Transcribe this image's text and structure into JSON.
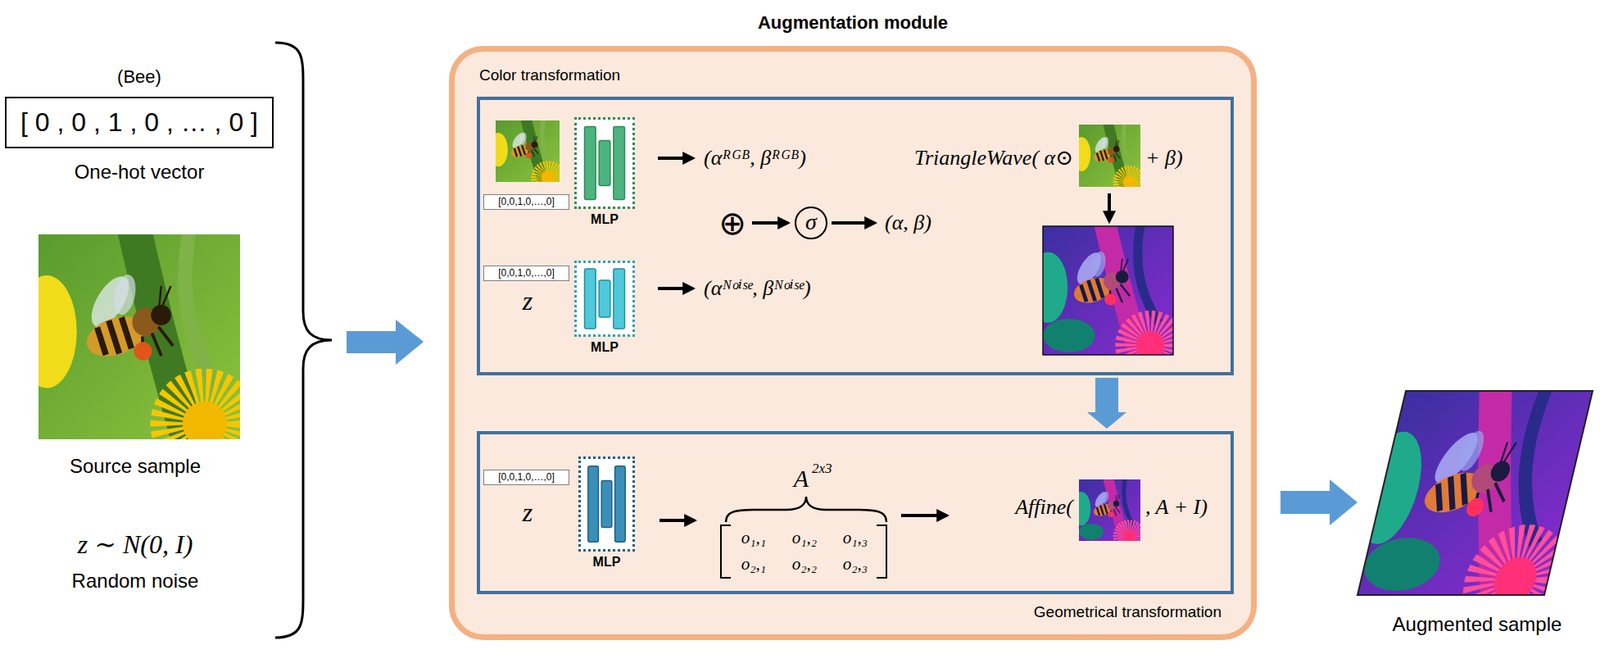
{
  "diagram": {
    "nodes": [
      {
        "text": [
          "(Bee)",
          "[ 0 , 0 , 1 , 0 , … , 0 ]",
          "One-hot vector"
        ]
      },
      {
        "text": [
          "Augmentation module"
        ]
      },
      {
        "text": [
          "Color transformation"
        ],
        "in": 1
      },
      {
        "text": [
          "[0,0,1,0,…,0]"
        ],
        "in": 2
      },
      {
        "text": [
          "MLP"
        ],
        "in": 2
      },
      {
        "text": [
          "[0,0,1,0,…,0]"
        ],
        "in": 2
      },
      {
        "text": [
          "MLP"
        ],
        "in": 2
      },
      {
        "text": [
          "Geometrical transformation"
        ],
        "in": 1
      },
      {
        "text": [
          "[0,0,1,0,…,0]"
        ],
        "in": 7
      },
      {
        "text": [
          "MLP"
        ],
        "in": 7
      }
    ],
    "edges": [
      {
        "from": 2,
        "to": 7,
        "arrow": "to"
      }
    ],
    "labels": [
      "Source sample",
      "z ∼ N(0, I)",
      "Random noise",
      "z",
      "(αᴿᴳᴮ, βᴿᴳᴮ)",
      "(αᴺᵒⁱˢᵉ, βᴺᵒⁱˢᵉ)",
      "⊕",
      "σ",
      "(α, β)",
      "TriangleWave( α⊙",
      "+ β)",
      "z",
      "A",
      "2x3",
      "o₁,₁",
      "o₁,₂",
      "o₁,₃",
      "o₂,₁",
      "o₂,₂",
      "o₂,₃",
      "Affine(",
      ", A + I)",
      "Augmented sample"
    ]
  }
}
